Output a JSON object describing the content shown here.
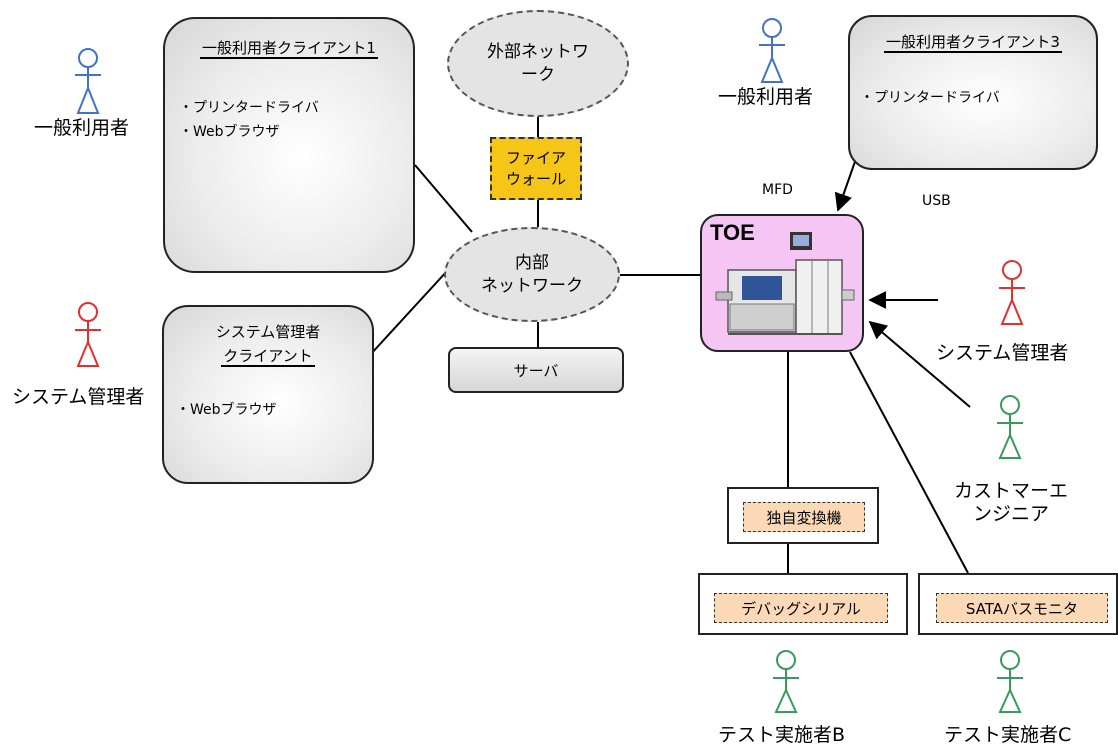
{
  "clients": {
    "general1": {
      "title": "一般利用者クライアント1",
      "items": [
        "・プリンタードライバ",
        "・Webブラウザ"
      ]
    },
    "general3": {
      "title": "一般利用者クライアント3",
      "items": [
        "・プリンタードライバ"
      ]
    },
    "admin": {
      "title_line1": "システム管理者",
      "title_line2": "クライアント",
      "items": [
        "・Webブラウザ"
      ]
    }
  },
  "networks": {
    "external_line1": "外部ネットワ",
    "external_line2": "ーク",
    "firewall_line1": "ファイア",
    "firewall_line2": "ウォール",
    "internal_line1": "内部",
    "internal_line2": "ネットワーク",
    "server": "サーバ"
  },
  "toe": {
    "label": "TOE",
    "mfd_label": "MFD",
    "usb_label": "USB"
  },
  "devices": {
    "converter": "独自変換機",
    "debug_serial": "デバッグシリアル",
    "sata_monitor": "SATAバスモニタ"
  },
  "actors": {
    "general_user_left": {
      "label": "一般利用者",
      "color": "#4472c4"
    },
    "general_user_right": {
      "label": "一般利用者",
      "color": "#4472c4"
    },
    "sysadmin_left": {
      "label": "システム管理者",
      "color": "#e03030"
    },
    "sysadmin_right": {
      "label": "システム管理者",
      "color": "#e03030"
    },
    "customer_engineer": {
      "label_line1": "カストマーエ",
      "label_line2": "ンジニア",
      "color": "#3a9a5a"
    },
    "tester_b": {
      "label": "テスト実施者B",
      "color": "#3a9a5a"
    },
    "tester_c": {
      "label": "テスト実施者C",
      "color": "#3a9a5a"
    }
  }
}
